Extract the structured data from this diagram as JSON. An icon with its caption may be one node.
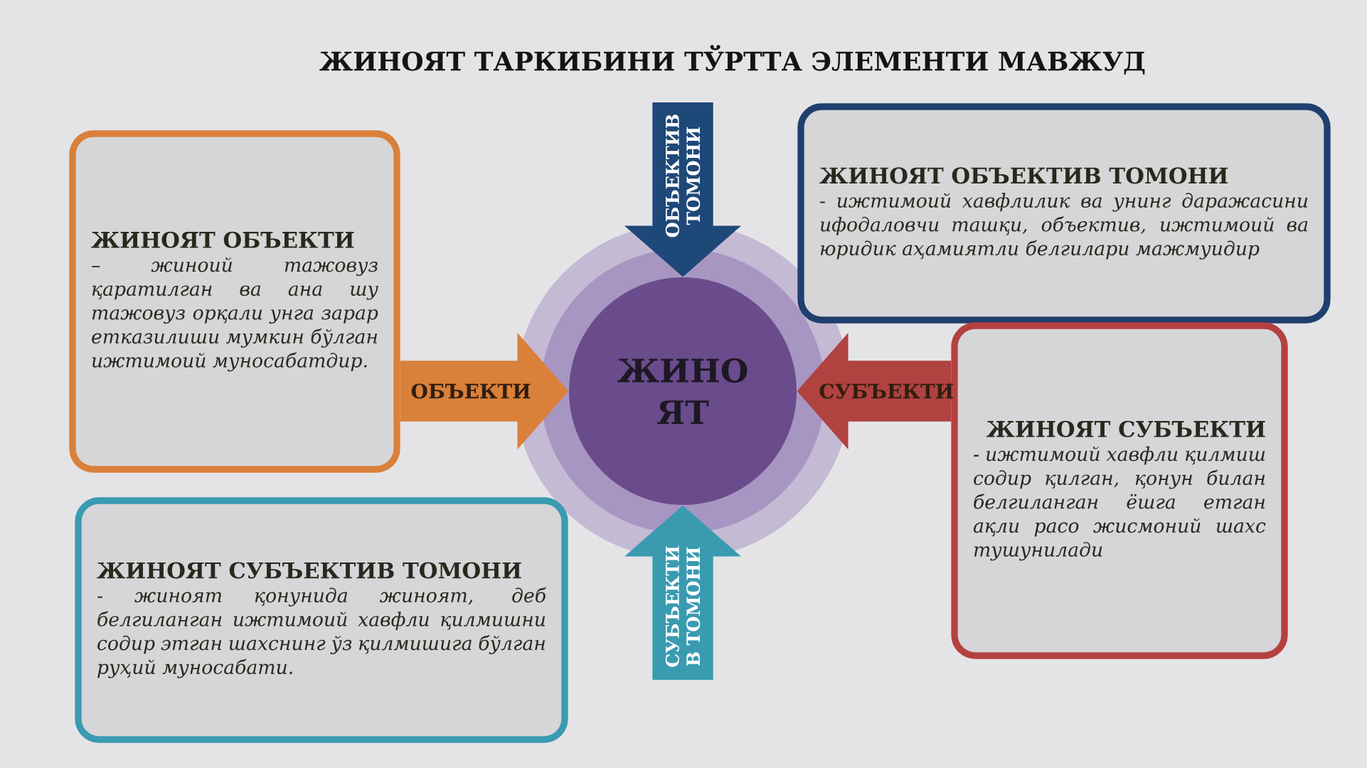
{
  "diagram": {
    "title": "ЖИНОЯТ ТАРКИБИНИ ТЎРТТА ЭЛЕМЕНТИ МАВЖУД",
    "nodes": [
      {
        "text": [
          "ЖИНОЯТ ОБЪЕКТИ",
          "– жиноий тажовуз қаратилган ва ана шу тажовуз орқали унга зарар етказилиши мумкин бўлган ижтимоий муносабатдир."
        ]
      },
      {
        "text": [
          "ЖИНОЯТ ОБЪЕКТИВ ТОМОНИ",
          "- ижтимоий хавфлилик ва унинг даражасини ифодаловчи ташқи, объектив, ижтимоий ва юридик аҳамиятли белгилари мажмуидир"
        ]
      },
      {
        "text": [
          "ЖИНО ЯТ"
        ]
      },
      {
        "text": [
          "ЖИНОЯТ СУБЪЕКТИ",
          "- ижтимоий хавфли қилмиш содир қилган, қонун билан белгиланган ёшга етган ақли расо жисмоний шахс тушунилади"
        ]
      },
      {
        "text": [
          "ЖИНОЯТ СУБЪЕКТИВ ТОМОНИ",
          "- жиноят қонунида жиноят, деб белгиланган ижтимоий хавфли қилмишни содир этган шахснинг ўз қилмишига бўлган руҳий муносабати."
        ]
      }
    ],
    "edges": [
      {
        "from": 0,
        "to": 2,
        "arrow": "to",
        "label": "ОБЪЕКТИ",
        "color": "#d9803a"
      },
      {
        "from": null,
        "to": 2,
        "arrow": "to",
        "label": "ОБЪЕКТИВ ТОМОНИ",
        "color": "#1e4878"
      },
      {
        "from": 3,
        "to": 2,
        "arrow": "to",
        "label": "СУБЪЕКТИ",
        "color": "#b04240"
      },
      {
        "from": null,
        "to": 2,
        "arrow": "to",
        "label": "СУБЪЕКТИ В ТОМОНИ",
        "color": "#3a9bb0"
      }
    ]
  }
}
